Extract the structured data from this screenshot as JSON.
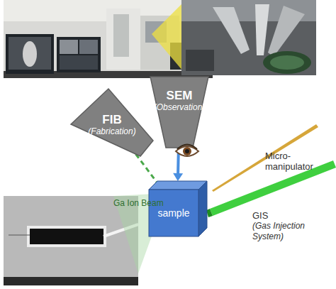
{
  "diagram": {
    "nodes": [
      {
        "text": [
          "FIB",
          "(Fabrication)"
        ]
      },
      {
        "text": [
          "SEM",
          "(Observation)"
        ]
      },
      {
        "text": [
          "sample"
        ]
      }
    ],
    "edges": [
      {
        "from": 0,
        "to": 2,
        "arrow": "none",
        "label": "Ga Ion Beam"
      },
      {
        "from": 1,
        "to": 2,
        "arrow": "to"
      }
    ],
    "labels": [
      "Micro- manipulator",
      "GIS",
      "(Gas Injection System)"
    ]
  }
}
